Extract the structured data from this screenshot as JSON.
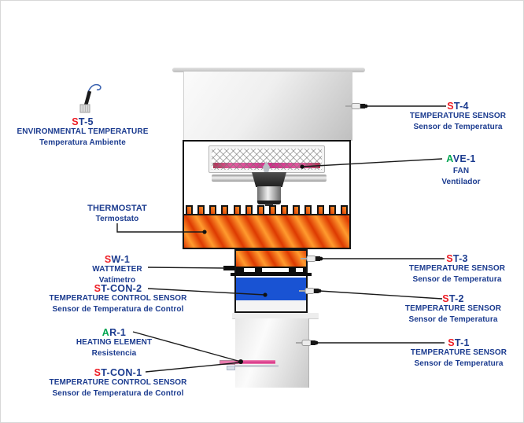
{
  "colors": {
    "navy": "#1b3b8f",
    "red": "#ed1c24",
    "green": "#00a551",
    "blue_block": "#1953d3",
    "orange_dark": "#dd3a02",
    "orange_light": "#ff9b2e",
    "heater_pink": "#d62e84"
  },
  "icons": {
    "st5_probe": "environmental-temperature-probe-icon",
    "st1_probe": "temperature-probe-icon",
    "st2_probe": "temperature-probe-icon",
    "st3_probe": "temperature-probe-icon",
    "st4_probe": "temperature-probe-icon"
  },
  "labels": {
    "st5": {
      "code_first": "S",
      "code_rest": "T-5",
      "name_en": "ENVIRONMENTAL TEMPERATURE",
      "name_es": "Temperatura Ambiente"
    },
    "st4": {
      "code_first": "S",
      "code_rest": "T-4",
      "name_en": "TEMPERATURE SENSOR",
      "name_es": "Sensor de Temperatura"
    },
    "ave1": {
      "code_first": "A",
      "code_rest": "VE-1",
      "name_en": "FAN",
      "name_es": "Ventilador"
    },
    "thermostat": {
      "name_en": "THERMOSTAT",
      "name_es": "Termostato"
    },
    "sw1": {
      "code_first": "S",
      "code_rest": "W-1",
      "name_en": "WATTMETER",
      "name_es": "Vatímetro"
    },
    "stcon2": {
      "code_first": "S",
      "code_rest": "T-CON-2",
      "name_en": "TEMPERATURE CONTROL SENSOR",
      "name_es": "Sensor de Temperatura de Control"
    },
    "st3": {
      "code_first": "S",
      "code_rest": "T-3",
      "name_en": "TEMPERATURE SENSOR",
      "name_es": "Sensor de Temperatura"
    },
    "st2": {
      "code_first": "S",
      "code_rest": "T-2",
      "name_en": "TEMPERATURE SENSOR",
      "name_es": "Sensor de Temperatura"
    },
    "ar1": {
      "code_first": "A",
      "code_rest": "R-1",
      "name_en": "HEATING ELEMENT",
      "name_es": "Resistencia"
    },
    "stcon1": {
      "code_first": "S",
      "code_rest": "T-CON-1",
      "name_en": "TEMPERATURE CONTROL SENSOR",
      "name_es": "Sensor de Temperatura de Control"
    },
    "st1": {
      "code_first": "S",
      "code_rest": "T-1",
      "name_en": "TEMPERATURE SENSOR",
      "name_es": "Sensor de Temperatura"
    }
  }
}
